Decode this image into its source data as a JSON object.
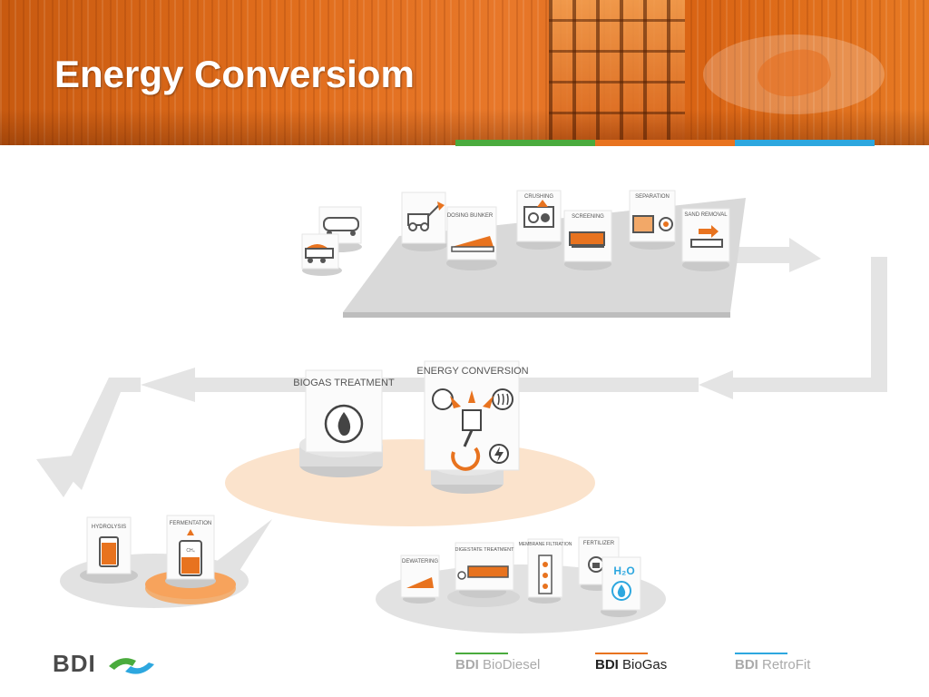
{
  "header": {
    "title": "Energy Conversiom",
    "accent_colors": [
      "#4aab3d",
      "#e8731f",
      "#2da7df"
    ]
  },
  "process": {
    "labels": {
      "crushing": "CRUSHING",
      "dosing_bunker": "DOSING BUNKER",
      "screening": "SCREENING",
      "separation": "SEPARATION",
      "sand_removal": "SAND REMOVAL",
      "biogas_treatment": "BIOGAS TREATMENT",
      "energy_conversion": "ENERGY CONVERSION",
      "hydrolysis": "HYDROLYSIS",
      "fermentation": "FERMENTATION",
      "dewatering": "DEWATERING",
      "digestate_treatment": "DIGESTATE TREATMENT",
      "membrane_filtration": "MEMBRANE FILTRATION",
      "fertilizer": "FERTILIZER",
      "water": "H₂O",
      "ch4": "CH₄"
    },
    "highlight_color": "#f7a35c"
  },
  "footer": {
    "logo_text": "BDI",
    "brands": [
      {
        "prefix": "BDI",
        "name": "BioDiesel",
        "color": "#4aab3d",
        "active": false
      },
      {
        "prefix": "BDI",
        "name": "BioGas",
        "color": "#e8731f",
        "active": true
      },
      {
        "prefix": "BDI",
        "name": "RetroFit",
        "color": "#2da7df",
        "active": false
      }
    ]
  }
}
